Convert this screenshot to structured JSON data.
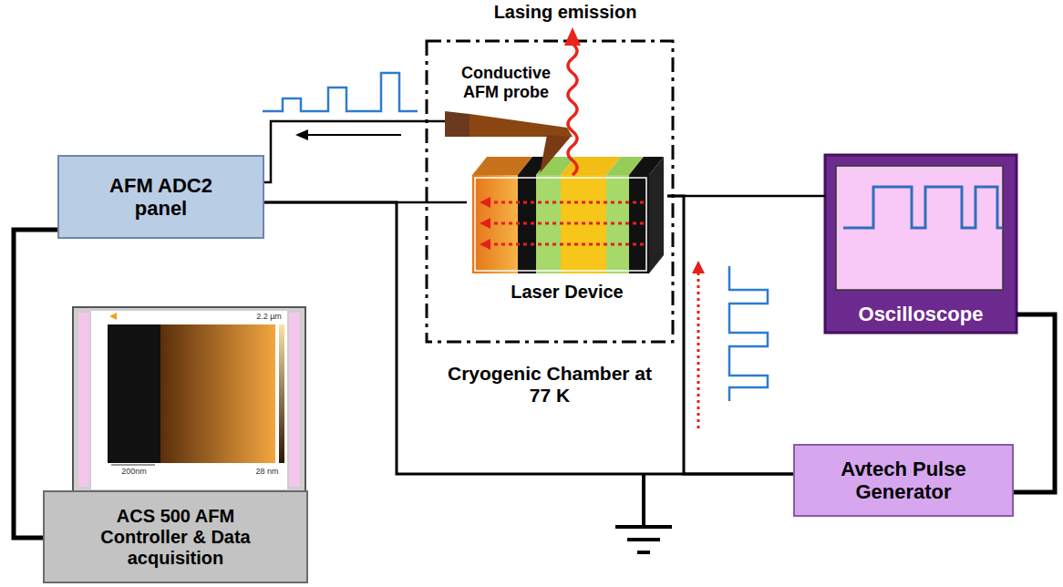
{
  "diagram": {
    "nodes": [
      {
        "text": [
          "Cryogenic Chamber at 77 K"
        ]
      },
      {
        "text": [
          "Laser Device"
        ],
        "in": 0
      },
      {
        "text": [
          "AFM ADC2 panel"
        ]
      },
      {
        "text": [
          "ACS 500 AFM Controller & Data acquisition"
        ]
      },
      {
        "text": [
          "Oscilloscope"
        ]
      },
      {
        "text": [
          "Avtech Pulse Generator"
        ]
      }
    ],
    "edges": [
      {
        "from": 2,
        "to": 3,
        "arrow": "none"
      },
      {
        "from": 2,
        "to": 1,
        "arrow": "none"
      },
      {
        "from": 1,
        "to": 4,
        "arrow": "none"
      },
      {
        "from": 5,
        "to": 1,
        "arrow": "none"
      },
      {
        "from": 4,
        "to": 5,
        "arrow": "none"
      },
      {
        "from": 5,
        "to": 2,
        "arrow": "none"
      }
    ],
    "labels": [
      "Lasing emission",
      "Conductive AFM probe",
      "2.2 µm",
      "200nm",
      "28 nm"
    ]
  }
}
